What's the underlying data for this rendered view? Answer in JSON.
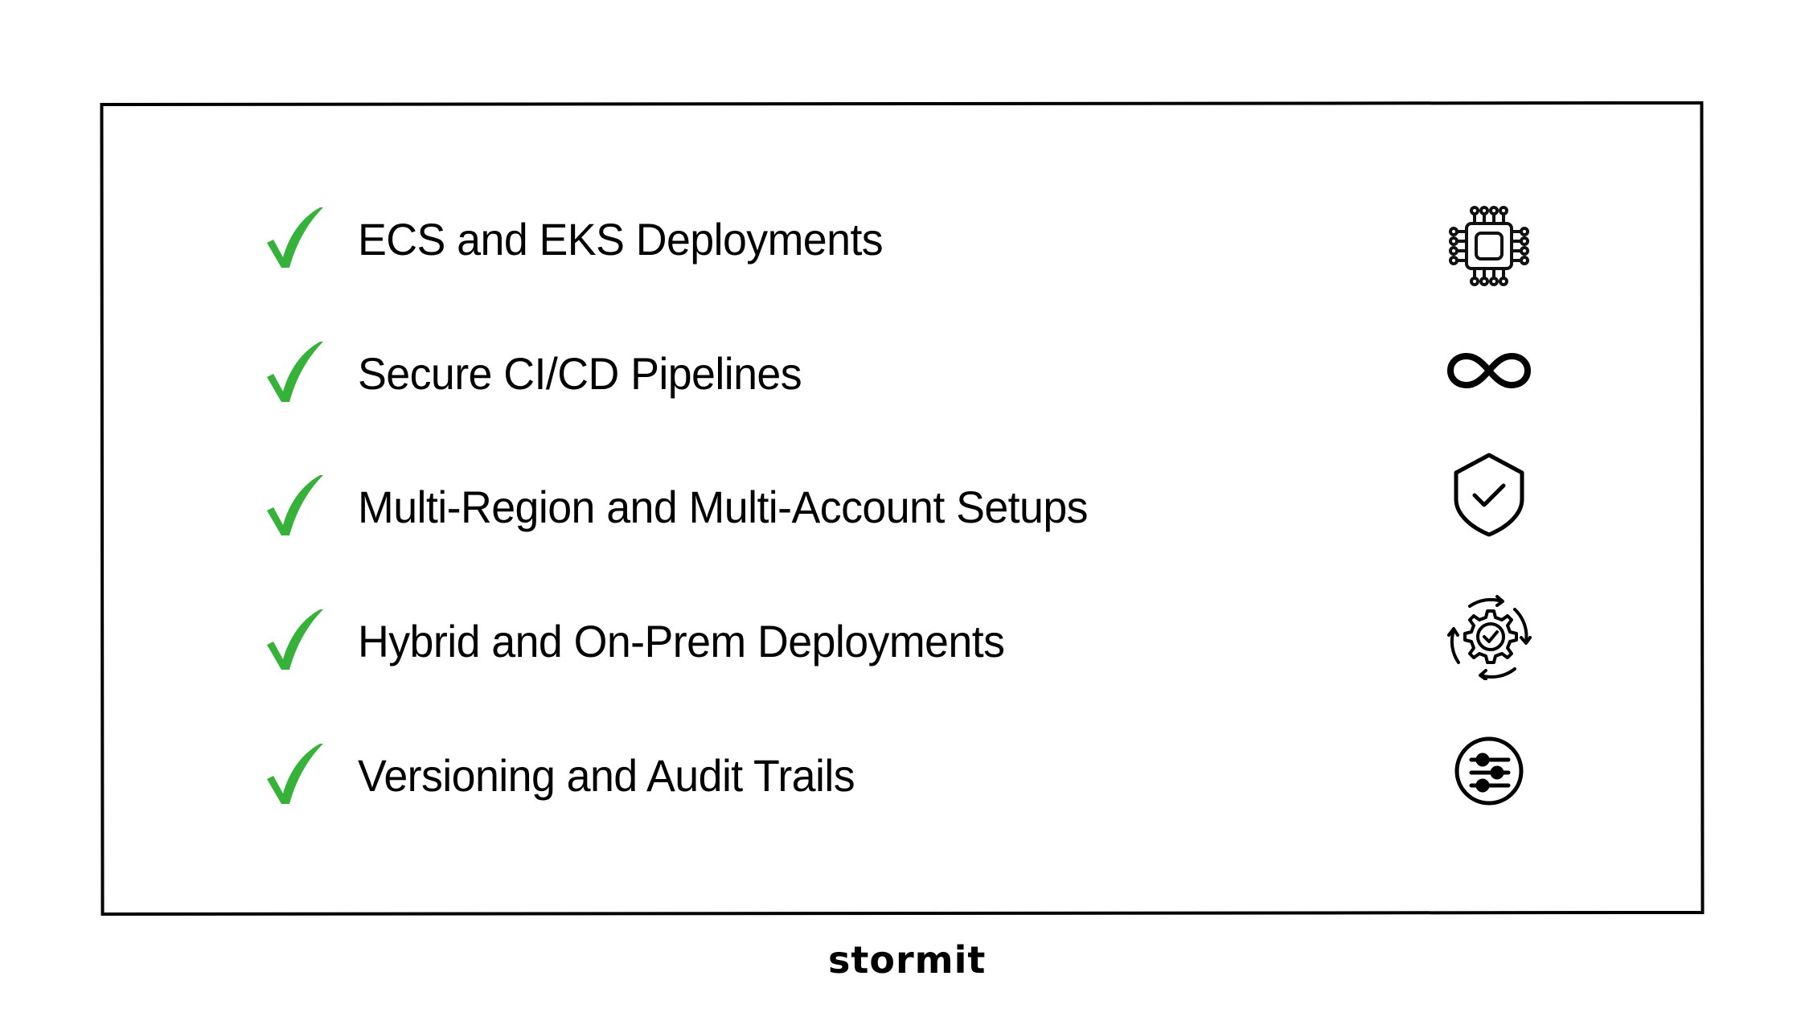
{
  "features": [
    {
      "label": "ECS and EKS Deployments",
      "icon": "cpu-chip-icon"
    },
    {
      "label": "Secure CI/CD Pipelines",
      "icon": "infinity-icon"
    },
    {
      "label": "Multi-Region and Multi-Account Setups",
      "icon": "shield-check-icon"
    },
    {
      "label": "Hybrid and On-Prem Deployments",
      "icon": "gear-sync-icon"
    },
    {
      "label": "Versioning and Audit Trails",
      "icon": "sliders-icon"
    }
  ],
  "check_icon": "checkmark-icon",
  "colors": {
    "check": "#36b13a",
    "text": "#000000",
    "border": "#000000",
    "background": "#ffffff"
  },
  "brand": {
    "logo_text": "stormit"
  }
}
